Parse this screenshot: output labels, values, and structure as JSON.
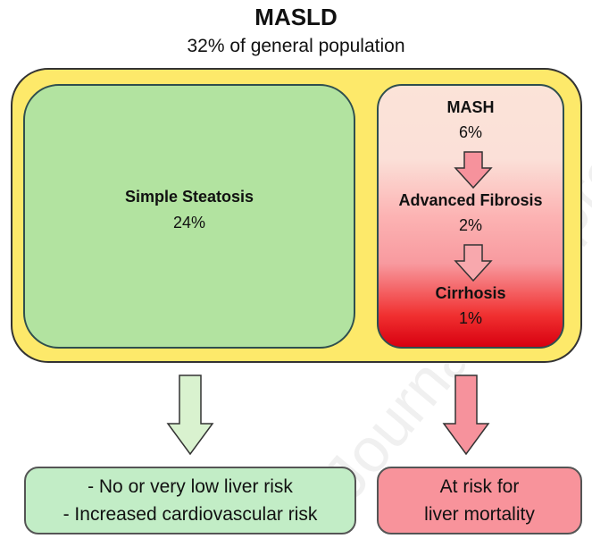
{
  "title": "MASLD",
  "subtitle": "32% of general population",
  "simple_steatosis": {
    "label": "Simple Steatosis",
    "percent": "24%"
  },
  "progression": [
    {
      "label": "MASH",
      "percent": "6%"
    },
    {
      "label": "Advanced Fibrosis",
      "percent": "2%"
    },
    {
      "label": "Cirrhosis",
      "percent": "1%"
    }
  ],
  "outcomes": {
    "green": [
      "- No or very low liver risk",
      "- Increased cardiovascular risk"
    ],
    "red": [
      "At risk for",
      "liver mortality"
    ]
  },
  "watermark": "Journal Pre-proof",
  "colors": {
    "outer": "#fde96a",
    "green": "#b2e3a0",
    "outcome_green": "#c2edc6",
    "outcome_red": "#f8939b",
    "arrow_red": "#f6929c",
    "arrow_green": "#d9f2cf"
  }
}
